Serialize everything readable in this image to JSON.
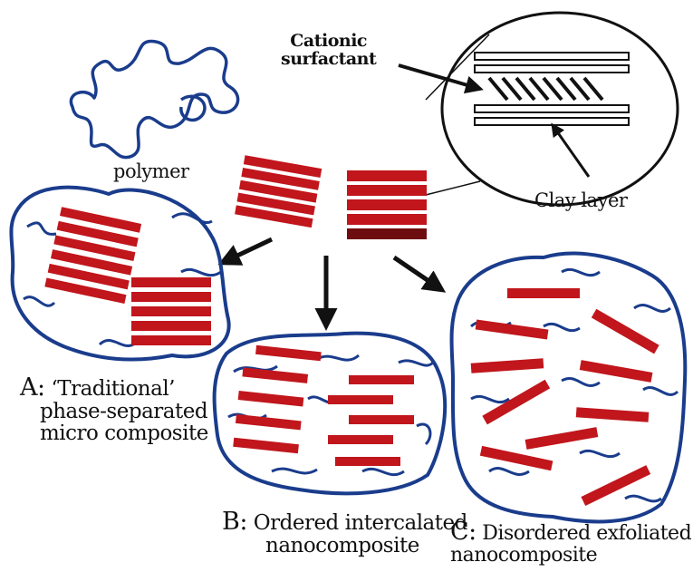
{
  "labels": {
    "cationic_1": "Cationic",
    "cationic_2": "surfactant",
    "polymer": "polymer",
    "clay_layer": "Clay layer",
    "a_letter": "A:",
    "a_line1": "‘Traditional’",
    "a_line2": "phase-separated",
    "a_line3": "micro composite",
    "b_letter": "B:",
    "b_line1": "Ordered intercalated",
    "b_line2": "nanocomposite",
    "c_letter": "C:",
    "c_line1": "Disordered exfoliated",
    "c_line2": "nanocomposite"
  },
  "colors": {
    "clay": "#c0161c",
    "clay_dark": "#6e0d10",
    "polymer": "#1a3c8c",
    "ink": "#111111"
  },
  "icons": [
    "polymer-coil-icon",
    "clay-stack-icon",
    "arrow-icon",
    "zoom-circle-icon"
  ]
}
